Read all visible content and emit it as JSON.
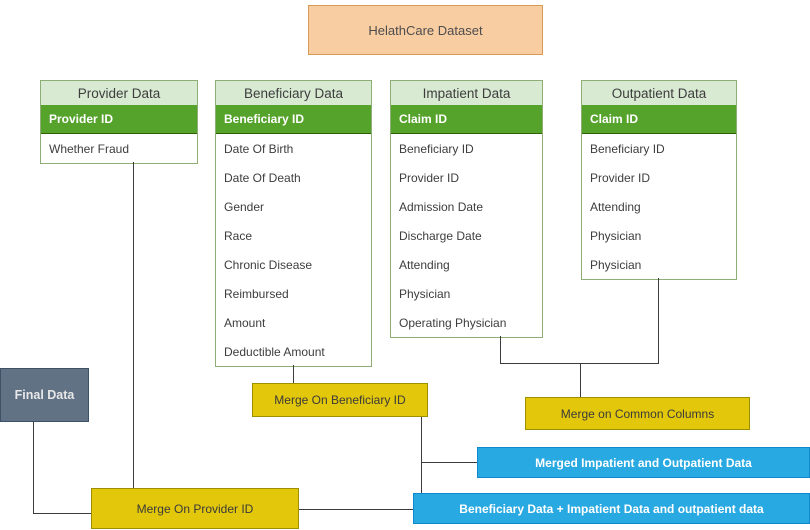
{
  "diagram": {
    "dataset_box": {
      "label": "HelathCare Dataset"
    },
    "tables": [
      {
        "title": "Provider Data",
        "key": "Provider ID",
        "rows": [
          "Whether Fraud"
        ]
      },
      {
        "title": "Beneficiary Data",
        "key": "Beneficiary ID",
        "rows": [
          "Date Of Birth",
          "Date Of Death",
          "Gender",
          "Race",
          "Chronic Disease",
          "Reimbursed",
          "Amount",
          "Deductible Amount"
        ]
      },
      {
        "title": "Impatient Data",
        "key": "Claim ID",
        "rows": [
          "Beneficiary ID",
          "Provider ID",
          "Admission Date",
          "Discharge Date",
          "Attending",
          "Physician",
          "Operating Physician"
        ]
      },
      {
        "title": "Outpatient Data",
        "key": "Claim ID",
        "rows": [
          "Beneficiary ID",
          "Provider ID",
          "Attending",
          "Physician",
          "Physician"
        ]
      }
    ],
    "merge_boxes": {
      "final_data": "Final Data",
      "merge_on_beneficiary_id": "Merge On Beneficiary ID",
      "merge_on_common_columns": "Merge on Common Columns",
      "merged_impatient_outpatient": "Merged Impatient and Outpatient Data",
      "merge_on_provider_id": "Merge On Provider ID",
      "beneficiary_impatient_outpatient": "Beneficiary Data + Impatient Data and outpatient data"
    },
    "colors": {
      "dataset_fill": "#f9cda2",
      "dataset_border": "#d79b55",
      "table_header_fill": "#d9ead3",
      "table_border": "#8fae77",
      "key_row_fill": "#56a32b",
      "merge_yellow_fill": "#e3c70b",
      "merge_yellow_border": "#9e8f00",
      "result_blue_fill": "#29a9e1",
      "result_blue_border": "#1089cc",
      "final_slate_fill": "#617285",
      "final_slate_border": "#3d5266"
    }
  }
}
